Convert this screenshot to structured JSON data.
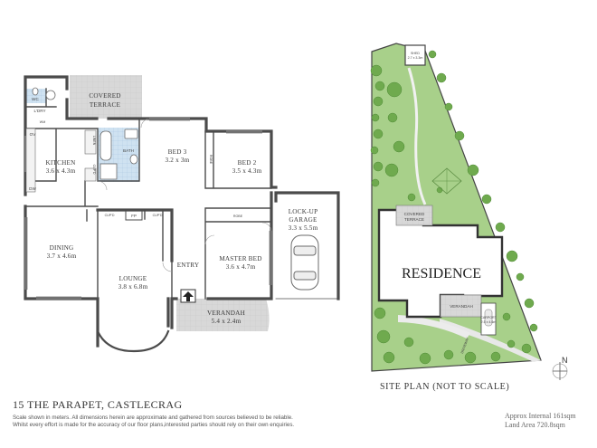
{
  "floor_plan": {
    "rooms": {
      "covered_terrace": [
        "COVERED",
        "TERRACE"
      ],
      "wc": "WC",
      "laundry": "L'DRY",
      "wm": "WM",
      "ov": "OV",
      "kitchen": [
        "KITCHEN",
        "3.6 x 4.3m"
      ],
      "dw": "DW",
      "bath": "BATH",
      "bed3": [
        "BED 3",
        "3.2 x 3m"
      ],
      "bed2": [
        "BED 2",
        "3.5 x 4.3m"
      ],
      "robe": "ROBE",
      "robe2": "ROBE",
      "linen": "LINEN",
      "cupd1": "CUP'D",
      "cupd2": "CUP'D",
      "cupd3": "CUP'D",
      "fp": "FP",
      "lockup_garage": [
        "LOCK-UP",
        "GARAGE",
        "3.3 x 5.5m"
      ],
      "dining": [
        "DINING",
        "3.7 x 4.6m"
      ],
      "lounge": [
        "LOUNGE",
        "3.8 x 6.8m"
      ],
      "entry": "ENTRY",
      "master_bed": [
        "MASTER BED",
        "3.6 x 4.7m"
      ],
      "verandah": [
        "VERANDAH",
        "5.4 x 2.4m"
      ]
    }
  },
  "site_plan": {
    "shed": [
      "SHED",
      "2.7 x 3.3m"
    ],
    "covered_terrace": [
      "COVERED",
      "TERRACE"
    ],
    "residence": "RESIDENCE",
    "verandah": "VERANDAH",
    "carport": [
      "CARPORT",
      "2.5 x 4.6m"
    ],
    "driveway": "DRIVEWAY",
    "north": "N",
    "title": "SITE PLAN (NOT TO SCALE)"
  },
  "footer": {
    "address": "15 THE PARAPET, CASTLECRAG",
    "disclaimer_1": "Scale shown in meters. All dimensions herein are approximate and gathered from sources believed to be reliable.",
    "disclaimer_2": "Whilst every effort is made for the accuracy of our floor plans,interested parties should rely on their own enquiries.",
    "internal_area": "Approx Internal 161sqm",
    "land_area": "Land Area 720.8sqm"
  },
  "colors": {
    "wall": "#4b4b4b",
    "tile": "#c6dcef",
    "terrace": "#d4d4d4",
    "lawn": "#a6cf86",
    "tree": "#6aa94a",
    "path": "#efefef"
  }
}
